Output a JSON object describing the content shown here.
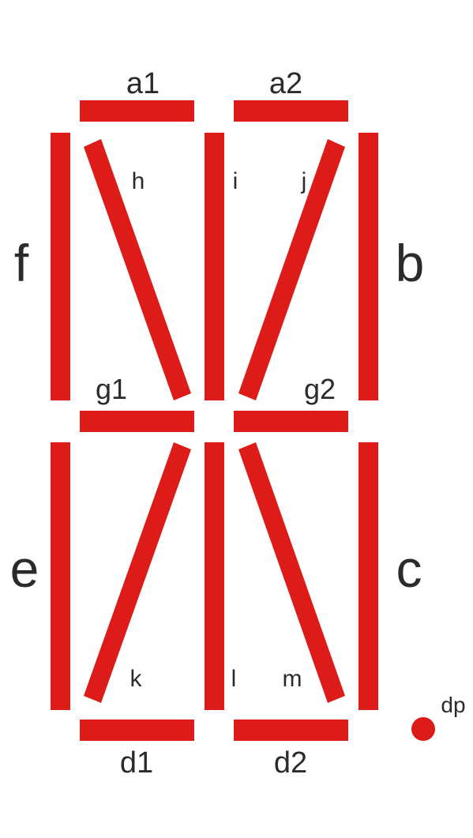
{
  "diagram": {
    "segment_color": "#dd1c1a",
    "label_color": "#2b2b2b",
    "segments": {
      "a1": "a1",
      "a2": "a2",
      "b": "b",
      "c": "c",
      "d1": "d1",
      "d2": "d2",
      "e": "e",
      "f": "f",
      "g1": "g1",
      "g2": "g2",
      "h": "h",
      "i": "i",
      "j": "j",
      "k": "k",
      "l": "l",
      "m": "m",
      "dp": "dp"
    }
  }
}
